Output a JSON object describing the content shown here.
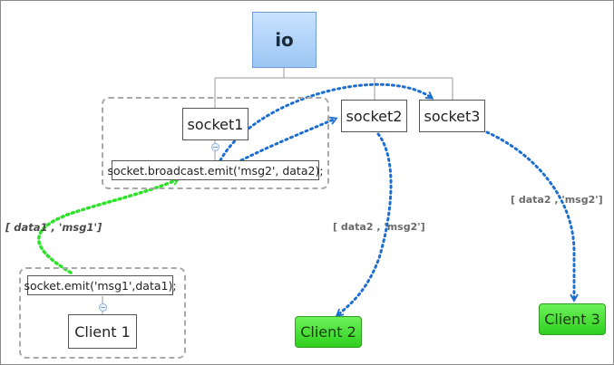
{
  "nodes": {
    "io": "io",
    "socket1": "socket1",
    "socket2": "socket2",
    "socket3": "socket3",
    "broadcast": "socket.broadcast.emit('msg2', data2);",
    "client_emit": "socket.emit('msg1',data1);",
    "client1": "Client 1",
    "client2": "Client 2",
    "client3": "Client 3"
  },
  "edge_labels": {
    "client_to_server": "[ data1 , 'msg1']",
    "to_client2": "[ data2 , 'msg2']",
    "to_client3": "[ data2 , 'msg2']"
  },
  "colors": {
    "emit_arrow": "#2ee22a",
    "broadcast_arrow": "#1c6fd1",
    "group_border": "#a9a9a9",
    "io_fill": "#9cc6f3",
    "client_green": "#34d320"
  }
}
